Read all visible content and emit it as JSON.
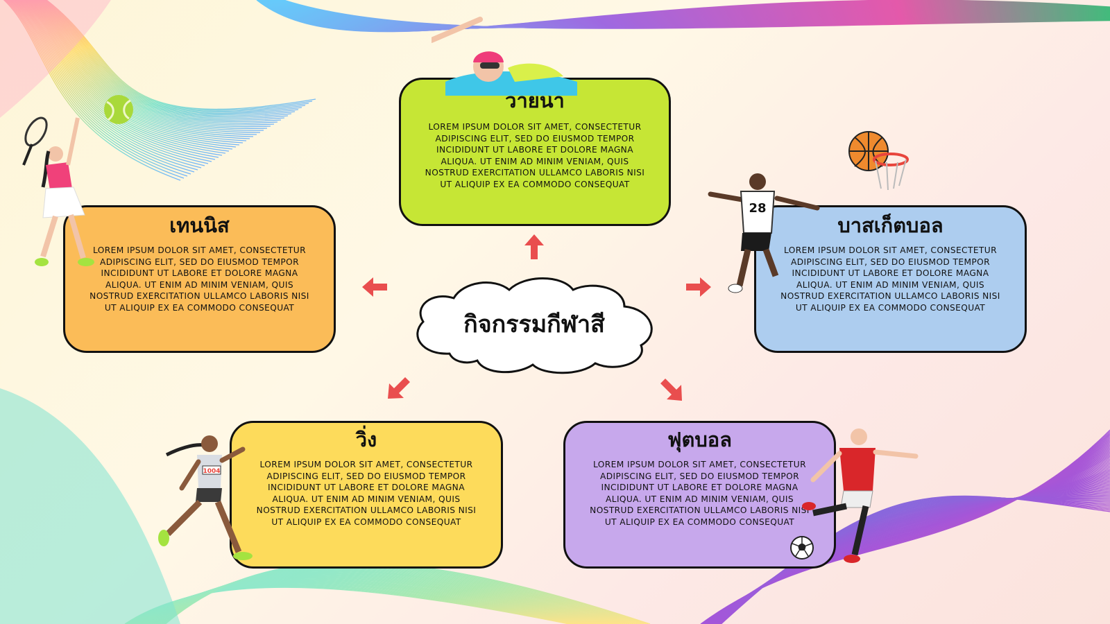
{
  "center": {
    "title": "กิจกรรมกีฬาสี"
  },
  "cards": {
    "swim": {
      "title": "ว่ายน้ำ",
      "body": "LOREM IPSUM DOLOR SIT AMET, CONSECTETUR ADIPISCING ELIT, SED DO EIUSMOD TEMPOR INCIDIDUNT UT LABORE ET DOLORE MAGNA ALIQUA. UT ENIM AD MINIM VENIAM, QUIS NOSTRUD EXERCITATION ULLAMCO LABORIS NISI UT ALIQUIP EX EA COMMODO CONSEQUAT"
    },
    "tennis": {
      "title": "เทนนิส",
      "body": "LOREM IPSUM DOLOR SIT AMET, CONSECTETUR ADIPISCING ELIT, SED DO EIUSMOD TEMPOR INCIDIDUNT UT LABORE ET DOLORE MAGNA ALIQUA. UT ENIM AD MINIM VENIAM, QUIS NOSTRUD EXERCITATION ULLAMCO LABORIS NISI UT ALIQUIP EX EA COMMODO CONSEQUAT"
    },
    "basketball": {
      "title": "บาสเก็ตบอล",
      "body": "LOREM IPSUM DOLOR SIT AMET, CONSECTETUR ADIPISCING ELIT, SED DO EIUSMOD TEMPOR INCIDIDUNT UT LABORE ET DOLORE MAGNA ALIQUA. UT ENIM AD MINIM VENIAM, QUIS NOSTRUD EXERCITATION ULLAMCO LABORIS NISI UT ALIQUIP EX EA COMMODO CONSEQUAT"
    },
    "running": {
      "title": "วิ่ง",
      "body": "LOREM IPSUM DOLOR SIT AMET, CONSECTETUR ADIPISCING ELIT, SED DO EIUSMOD TEMPOR INCIDIDUNT UT LABORE ET DOLORE MAGNA ALIQUA. UT ENIM AD MINIM VENIAM, QUIS NOSTRUD EXERCITATION ULLAMCO LABORIS NISI UT ALIQUIP EX EA COMMODO CONSEQUAT"
    },
    "football": {
      "title": "ฟุตบอล",
      "body": "LOREM IPSUM DOLOR SIT AMET, CONSECTETUR ADIPISCING ELIT, SED DO EIUSMOD TEMPOR INCIDIDUNT UT LABORE ET DOLORE MAGNA ALIQUA. UT ENIM AD MINIM VENIAM, QUIS NOSTRUD EXERCITATION ULLAMCO LABORIS NISI UT ALIQUIP EX EA COMMODO CONSEQUAT"
    }
  },
  "player_numbers": {
    "basketball": "28",
    "runner_bib": "1004"
  },
  "colors": {
    "swim_card": "#c6e635",
    "tennis_card": "#fbbc58",
    "basketball_card": "#adcdef",
    "running_card": "#fddb5b",
    "football_card": "#c7a8ec",
    "arrow": "#e94e4e"
  },
  "icons": [
    "arrow-up-icon",
    "arrow-left-icon",
    "arrow-right-icon",
    "arrow-down-left-icon",
    "arrow-down-right-icon",
    "tennis-ball-icon",
    "basketball-hoop-icon",
    "soccer-ball-icon"
  ]
}
